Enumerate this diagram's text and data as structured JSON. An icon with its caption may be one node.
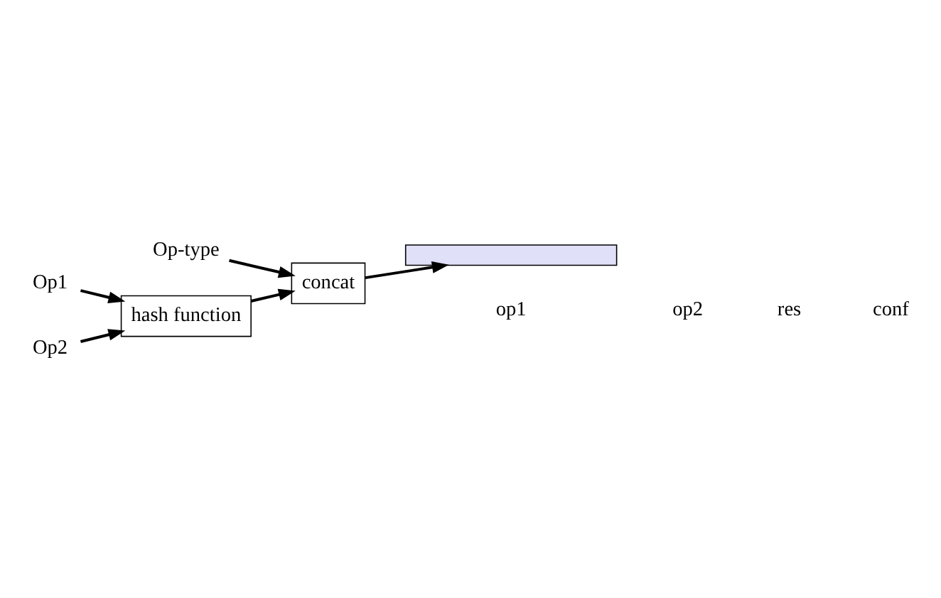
{
  "diagram": {
    "nodes": [
      {
        "text": [
          "Op-type"
        ]
      },
      {
        "text": [
          "concat"
        ]
      },
      {
        "text": [
          "Op1"
        ]
      },
      {
        "text": [
          "Op2"
        ]
      },
      {
        "text": [
          "hash function"
        ]
      },
      {
        "text": [],
        "shape": "bar"
      }
    ],
    "edges": [
      {
        "from": 0,
        "to": 1,
        "arrow": "to"
      },
      {
        "from": 1,
        "to": 5,
        "arrow": "to"
      },
      {
        "from": 2,
        "to": 4,
        "arrow": "to"
      },
      {
        "from": 3,
        "to": 4,
        "arrow": "to"
      },
      {
        "from": 4,
        "to": 1,
        "arrow": "to"
      }
    ],
    "labels": [
      "op1",
      "op2",
      "res",
      "conf"
    ]
  }
}
